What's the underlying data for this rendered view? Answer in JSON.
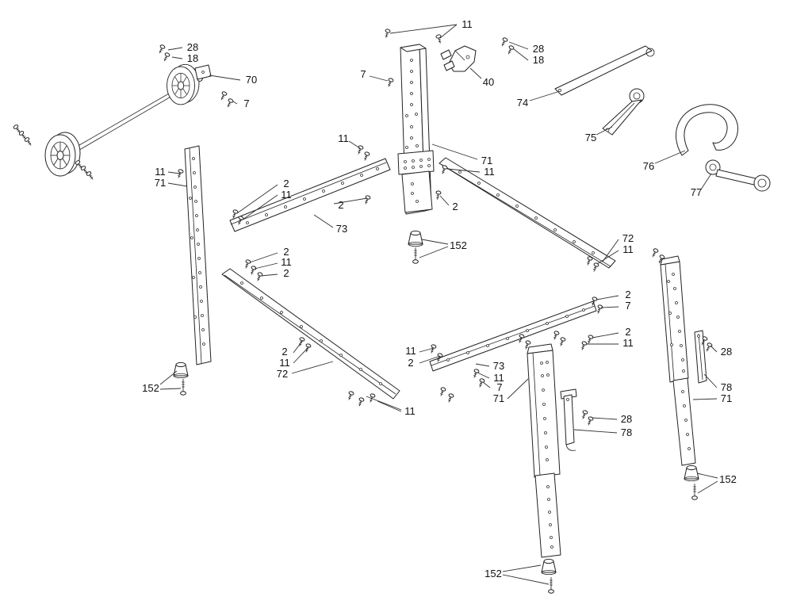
{
  "page": {
    "background": "#ffffff"
  },
  "diagram": {
    "type": "exploded-parts-diagram",
    "subject": "folding stand with wheels, legs and rails",
    "line_color": "#222222",
    "part_numbers_visible": [
      "2",
      "7",
      "11",
      "18",
      "28",
      "40",
      "70",
      "71",
      "72",
      "73",
      "74",
      "75",
      "76",
      "77",
      "78",
      "152"
    ]
  },
  "callouts": [
    {
      "text": "28"
    },
    {
      "text": "18"
    },
    {
      "text": "70"
    },
    {
      "text": "7"
    },
    {
      "text": "11"
    },
    {
      "text": "7"
    },
    {
      "text": "40"
    },
    {
      "text": "28"
    },
    {
      "text": "18"
    },
    {
      "text": "74"
    },
    {
      "text": "75"
    },
    {
      "text": "76"
    },
    {
      "text": "77"
    },
    {
      "text": "11"
    },
    {
      "text": "71"
    },
    {
      "text": "11"
    },
    {
      "text": "11"
    },
    {
      "text": "71"
    },
    {
      "text": "2"
    },
    {
      "text": "11"
    },
    {
      "text": "2"
    },
    {
      "text": "73"
    },
    {
      "text": "2"
    },
    {
      "text": "152"
    },
    {
      "text": "72"
    },
    {
      "text": "11"
    },
    {
      "text": "2"
    },
    {
      "text": "11"
    },
    {
      "text": "2"
    },
    {
      "text": "2"
    },
    {
      "text": "7"
    },
    {
      "text": "2"
    },
    {
      "text": "11"
    },
    {
      "text": "28"
    },
    {
      "text": "2"
    },
    {
      "text": "11"
    },
    {
      "text": "72"
    },
    {
      "text": "11"
    },
    {
      "text": "2"
    },
    {
      "text": "73"
    },
    {
      "text": "11"
    },
    {
      "text": "7"
    },
    {
      "text": "71"
    },
    {
      "text": "78"
    },
    {
      "text": "71"
    },
    {
      "text": "152"
    },
    {
      "text": "11"
    },
    {
      "text": "28"
    },
    {
      "text": "78"
    },
    {
      "text": "152"
    },
    {
      "text": "152"
    }
  ]
}
